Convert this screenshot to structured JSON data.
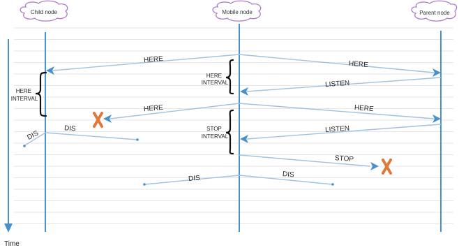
{
  "nodes": {
    "child": "Child node",
    "mobile": "Mobile node",
    "parent": "Parent node"
  },
  "time_label": "Time",
  "messages": {
    "here_to_child_1": "HERE",
    "here_to_parent_1": "HERE",
    "listen_1": "LISTEN",
    "here_to_child_2": "HERE",
    "here_to_parent_2": "HERE",
    "listen_2": "LISTEN",
    "stop": "STOP",
    "dis_child_left": "DIS",
    "dis_child_right": "DIS",
    "dis_mobile_left": "DIS",
    "dis_mobile_right": "DIS"
  },
  "brace_labels": {
    "child_here_interval": [
      "HERE",
      "INTERVAL"
    ],
    "mobile_here_interval": [
      "HERE",
      "INTERVAL"
    ],
    "mobile_stop_interval": [
      "STOP",
      "INTERVAL"
    ]
  },
  "colors": {
    "lifeline": "#4a90c8",
    "arrow": "#9fc2e0",
    "arrowhead": "#4a90c8",
    "cross": "#e0793a",
    "cloud_stroke": "#b07ac8",
    "gridline": "#e6e6e6"
  }
}
